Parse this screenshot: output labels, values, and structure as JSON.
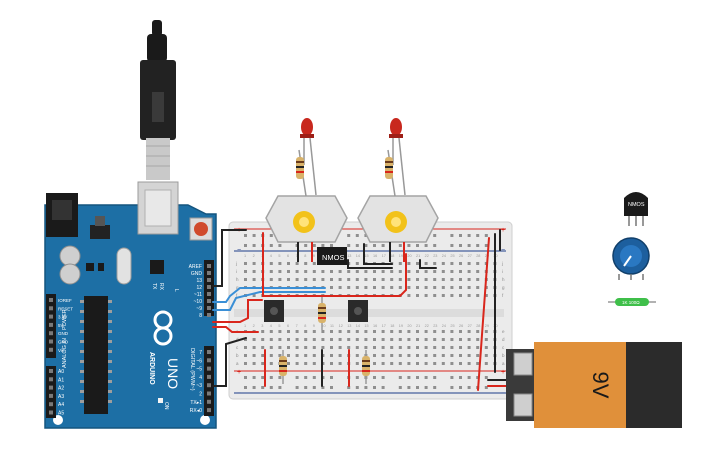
{
  "arduino": {
    "brand": "ARDUINO",
    "model": "UNO",
    "digital_header_label": "DIGITAL (PWM~)",
    "analog_header_label": "ANALOG IN",
    "power_header_label": "POWER",
    "on_label": "ON",
    "tx_label": "TX",
    "rx_label": "RX",
    "l_label": "L",
    "top_pins": [
      "AREF",
      "GND",
      "13",
      "12",
      "~11",
      "~10",
      "~9",
      "8"
    ],
    "bottom_pins": [
      "7",
      "~6",
      "~5",
      "4",
      "~3",
      "2",
      "TX▸1",
      "RX◂0"
    ],
    "power_pins": [
      "IOREF",
      "RESET",
      "3.3V",
      "5V",
      "GND",
      "GND",
      "Vin"
    ],
    "analog_pins": [
      "A0",
      "A1",
      "A2",
      "A3",
      "A4",
      "A5"
    ]
  },
  "breadboard": {
    "row_letters_top": [
      "j",
      "i",
      "h",
      "g",
      "f"
    ],
    "row_letters_bottom": [
      "e",
      "d",
      "c",
      "b",
      "a"
    ],
    "column_numbers": [
      "1",
      "2",
      "3",
      "4",
      "5",
      "6",
      "7",
      "8",
      "9",
      "10",
      "11",
      "12",
      "13",
      "14",
      "15",
      "16",
      "17",
      "18",
      "19",
      "20",
      "21",
      "22",
      "23",
      "24",
      "25",
      "26",
      "27",
      "28",
      "29",
      "30"
    ]
  },
  "components": {
    "mosfet_label": "NMOS",
    "palette_mosfet_label": "NMOS",
    "palette_resistor_label": "1K 100Ω",
    "battery_label": "9V"
  },
  "colors": {
    "arduino_blue": "#1d6fa5",
    "wire_red": "#d9261c",
    "wire_black": "#222222",
    "wire_blue": "#3a8fd6",
    "battery_orange": "#e0903a",
    "battery_black": "#2b2b2b",
    "motor_yellow": "#f2c21a",
    "led_red": "#c8281e",
    "resistor_green": "#3fbf4a"
  }
}
